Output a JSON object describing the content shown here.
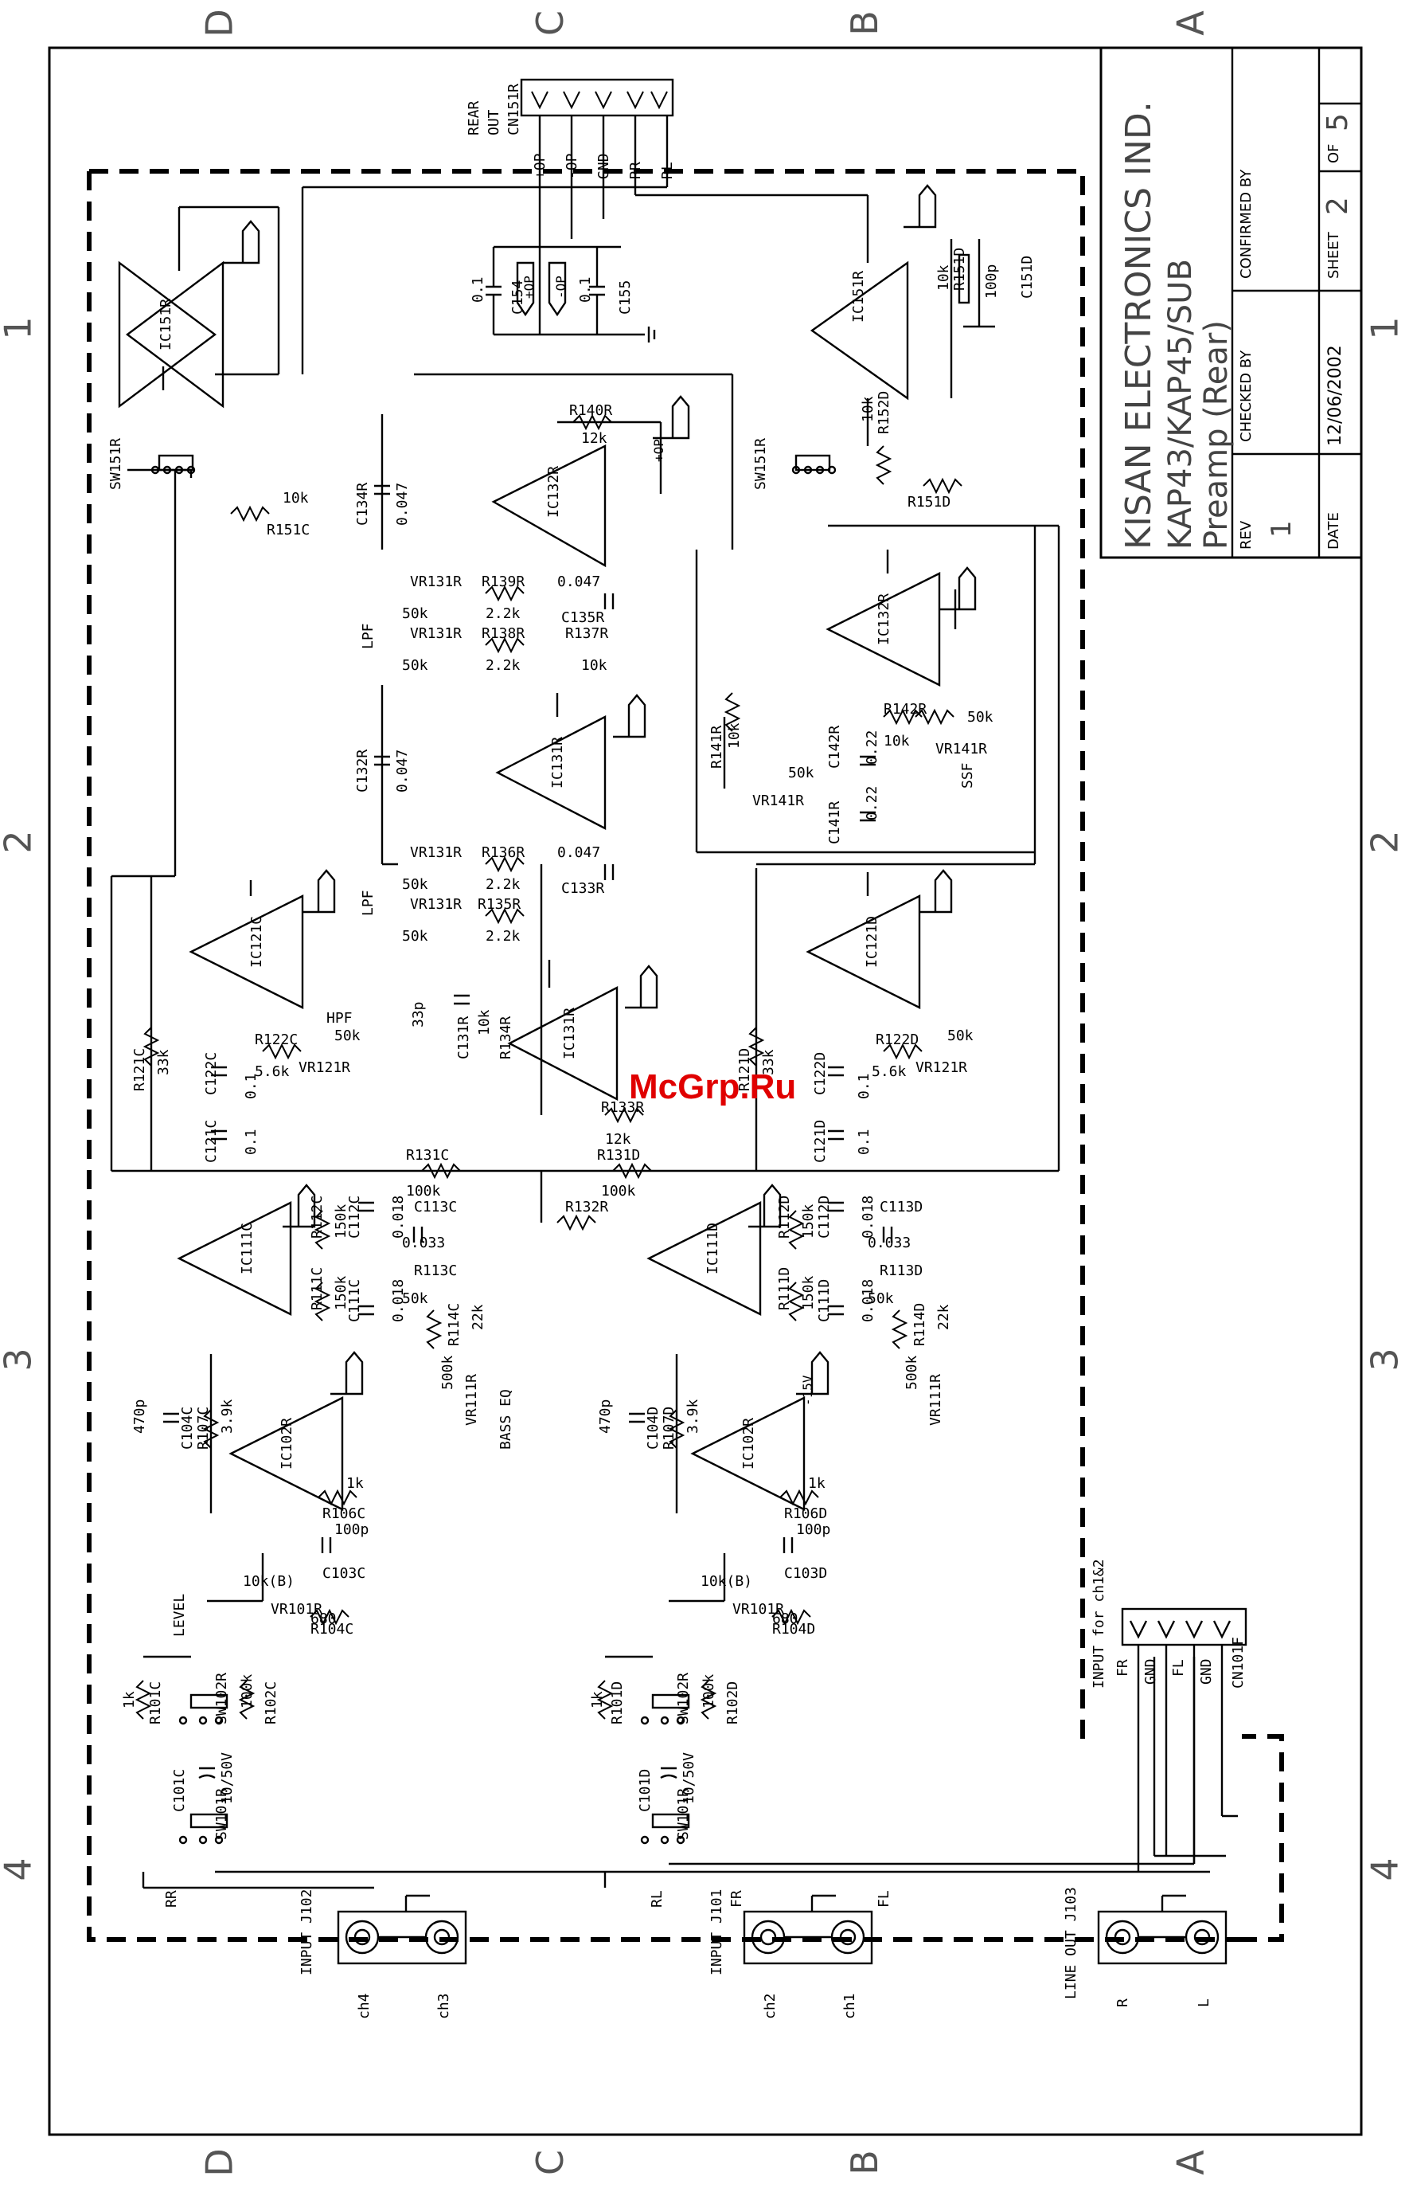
{
  "watermark": "McGrp.Ru",
  "zones": {
    "columns": [
      "D",
      "C",
      "B",
      "A"
    ],
    "rows": [
      "1",
      "2",
      "3",
      "4"
    ]
  },
  "title_block": {
    "company": "KISAN ELECTRONICS IND.",
    "model": "KAP43/KAP45/SUB",
    "title": "Preamp (Rear)",
    "rev_label": "REV",
    "rev_value": "1",
    "date_label": "DATE",
    "date_value": "12/06/2002",
    "checked_label": "CHECKED BY",
    "confirmed_label": "CONFIRMED BY",
    "sheet_label": "SHEET",
    "sheet_value": "2",
    "of_label": "OF",
    "sheet_total": "5"
  },
  "connectors": {
    "rear_out": [
      "REAR",
      "OUT",
      "CN151R"
    ],
    "rear_out_pins": [
      "+OP",
      "-OP",
      "GND",
      "RR",
      "RL"
    ],
    "input_cn": [
      "INPUT for ch1&2",
      "CN101F"
    ],
    "input_cn_pins": [
      "FR",
      "GND",
      "FL",
      "GND"
    ],
    "jacks": [
      {
        "name": "INPUT J102",
        "left": "ch4",
        "right": "ch3",
        "top_l": "RR",
        "top_r": "RL"
      },
      {
        "name": "INPUT J101",
        "left": "ch2",
        "right": "ch1",
        "top_l": "FR",
        "top_r": "FL"
      },
      {
        "name": "LINE OUT J103",
        "left": "R",
        "right": "L",
        "top_l": "",
        "top_r": ""
      }
    ]
  },
  "components": [
    "IC151R",
    "IC151R",
    "IC132R",
    "IC132R",
    "IC131R",
    "IC131R",
    "IC121C",
    "IC121D",
    "IC111C",
    "IC111D",
    "IC102R",
    "IC102R",
    "C154",
    "C155",
    "C151D",
    "R151D",
    "R152D",
    "R151C",
    "R151D",
    "SW151R",
    "SW151R",
    "C134R",
    "R140R",
    "R139R",
    "VR131R",
    "C135R",
    "R138R",
    "VR131R",
    "R137R",
    "C132R",
    "R136R",
    "VR131R",
    "C133R",
    "R135R",
    "VR131R",
    "C131R",
    "R134R",
    "R133R",
    "R132R",
    "R131C",
    "R131D",
    "R141R",
    "VR141R",
    "C142R",
    "C141R",
    "R142R",
    "VR141R",
    "R121C",
    "R121D",
    "R122C",
    "R122D",
    "VR121R",
    "VR121R",
    "C121C",
    "C122C",
    "C121D",
    "C122D",
    "R112C",
    "R112D",
    "R111C",
    "R111D",
    "C112C",
    "C112D",
    "C111C",
    "C111D",
    "C113C",
    "C113D",
    "R113C",
    "R113D",
    "R114C",
    "R114D",
    "VR111R",
    "VR111R",
    "C104C",
    "C104D",
    "R107C",
    "R107D",
    "R106C",
    "R106D",
    "C103C",
    "C103D",
    "R104C",
    "R104D",
    "VR101R",
    "VR101R",
    "R101C",
    "R101D",
    "R102C",
    "R102D",
    "SW102R",
    "SW102R",
    "C101C",
    "C101D",
    "SW101R",
    "SW101R"
  ],
  "values": [
    "0.1",
    "0.1",
    "+OP",
    "-OP",
    "10k",
    "100p",
    "10k",
    "10k",
    "12k",
    "+OP",
    "0.047",
    "50k",
    "2.2k",
    "0.047",
    "50k",
    "2.2k",
    "10k",
    "0.047",
    "50k",
    "2.2k",
    "0.047",
    "50k",
    "2.2k",
    "33p",
    "10k",
    "12k",
    "100k",
    "100k",
    "10k",
    "50k",
    "0.22",
    "0.22",
    "10k",
    "50k",
    "33k",
    "33k",
    "5.6k",
    "5.6k",
    "50k",
    "50k",
    "0.1",
    "0.1",
    "0.1",
    "0.1",
    "150k",
    "150k",
    "150k",
    "150k",
    "0.018",
    "0.018",
    "0.018",
    "0.018",
    "0.033",
    "0.033",
    "50k",
    "50k",
    "22k",
    "22k",
    "500k",
    "500k",
    "470p",
    "470p",
    "3.9k",
    "3.9k",
    "1k",
    "1k",
    "100p",
    "100p",
    "680",
    "680",
    "10k(B)",
    "10k(B)",
    "1k",
    "1k",
    "100k",
    "100k",
    "10/50V",
    "10/50V",
    "-15V"
  ],
  "section_labels": [
    "LPF",
    "LPF",
    "HPF",
    "SSF",
    "BASS EQ",
    "LEVEL"
  ]
}
